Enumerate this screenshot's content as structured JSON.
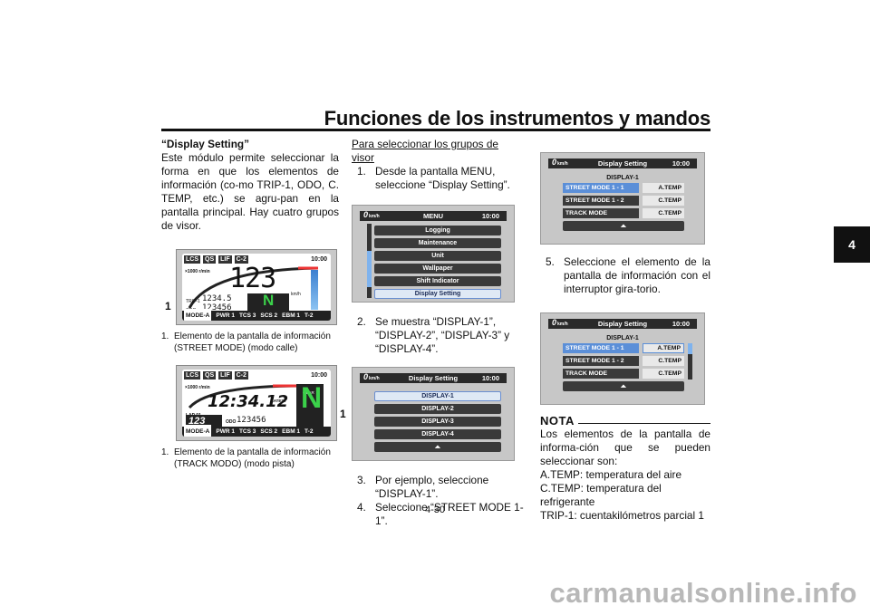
{
  "header": {
    "title": "Funciones de los instrumentos y mandos",
    "chapter_tab": "4"
  },
  "col1": {
    "heading": "“Display Setting”",
    "intro": "Este módulo permite seleccionar la forma en que los elementos de información (co-mo TRIP-1, ODO, C. TEMP, etc.) se agru-pan en la pantalla principal. Hay cuatro grupos de visor.",
    "fig1": {
      "top_labels": [
        "LCS",
        "QS",
        "LIF",
        "C-2"
      ],
      "clock": "10:00",
      "rpm_label": "×1000 r/min",
      "speed": "123",
      "speed_unit": "km/h",
      "trip_label": "TRIP-1",
      "trip_value": "1234.5",
      "odo_label": "ODO",
      "odo_value": "123456",
      "gear": "N",
      "bottom_labels": [
        "MODE-A",
        "PWR 1",
        "TCS 3",
        "SCS 2",
        "EBM 1",
        "T-2"
      ],
      "callout": "1",
      "caption_num": "1.",
      "caption": "Elemento de la pantalla de información (STREET MODE) (modo calle)"
    },
    "fig2": {
      "top_labels": [
        "LCS",
        "QS",
        "LIF",
        "C-2"
      ],
      "clock": "10:00",
      "rpm_label": "×1000 r/min",
      "laptime": "12:34.12",
      "lap_label": "LAP 01",
      "speed": "123",
      "odo_label": "ODO",
      "odo_value": "123456",
      "latest": "LATEST",
      "gear_label": "GEAR",
      "gear": "N",
      "bottom_labels": [
        "MODE-A",
        "PWR 1",
        "TCS 3",
        "SCS 2",
        "EBM 1",
        "T-2"
      ],
      "callout": "1",
      "caption_num": "1.",
      "caption": "Elemento de la pantalla de información (TRACK MODO) (modo pista)"
    }
  },
  "col2": {
    "subheading": "Para seleccionar los grupos de visor",
    "steps": [
      {
        "num": "1.",
        "text": "Desde la pantalla MENU, seleccione “Display Setting”."
      },
      {
        "num": "2.",
        "text": "Se muestra “DISPLAY-1”, “DISPLAY-2”, “DISPLAY-3” y “DISPLAY-4”."
      },
      {
        "num": "3.",
        "text": "Por ejemplo, seleccione “DISPLAY-1”."
      },
      {
        "num": "4.",
        "text": "Seleccione “STREET MODE 1-1”."
      }
    ],
    "screen_menu": {
      "speed": "0",
      "unit": "km/h",
      "title": "MENU",
      "time": "10:00",
      "items": [
        "Logging",
        "Maintenance",
        "Unit",
        "Wallpaper",
        "Shift Indicator",
        "Display Setting"
      ]
    },
    "screen_display": {
      "speed": "0",
      "unit": "km/h",
      "title": "Display Setting",
      "time": "10:00",
      "items": [
        "DISPLAY-1",
        "DISPLAY-2",
        "DISPLAY-3",
        "DISPLAY-4"
      ],
      "up": "⏶"
    }
  },
  "col3": {
    "screen_a": {
      "speed": "0",
      "unit": "km/h",
      "title": "Display Setting",
      "time": "10:00",
      "sub": "DISPLAY-1",
      "rows": [
        {
          "left": "STREET MODE    1 - 1",
          "right": "A.TEMP"
        },
        {
          "left": "STREET MODE    1 - 2",
          "right": "C.TEMP"
        },
        {
          "left": "TRACK MODE",
          "right": "C.TEMP"
        }
      ],
      "up": "⏶"
    },
    "step5": {
      "num": "5.",
      "text": "Seleccione el elemento de la pantalla de información con el interruptor gira-torio."
    },
    "screen_b": {
      "speed": "0",
      "unit": "km/h",
      "title": "Display Setting",
      "time": "10:00",
      "sub": "DISPLAY-1",
      "rows": [
        {
          "left": "STREET MODE    1 - 1",
          "right": "A.TEMP"
        },
        {
          "left": "STREET MODE    1 - 2",
          "right": "C.TEMP"
        },
        {
          "left": "TRACK MODE",
          "right": "C.TEMP"
        }
      ],
      "up": "⏶"
    },
    "nota_title": "NOTA",
    "nota_lines": [
      "Los elementos de la pantalla de informa-ción que se pueden seleccionar son:",
      "A.TEMP: temperatura del aire",
      "C.TEMP: temperatura del refrigerante",
      "TRIP-1: cuentakilómetros parcial 1"
    ]
  },
  "footer": {
    "page_number": "4-30",
    "watermark": "carmanualsonline.info"
  }
}
